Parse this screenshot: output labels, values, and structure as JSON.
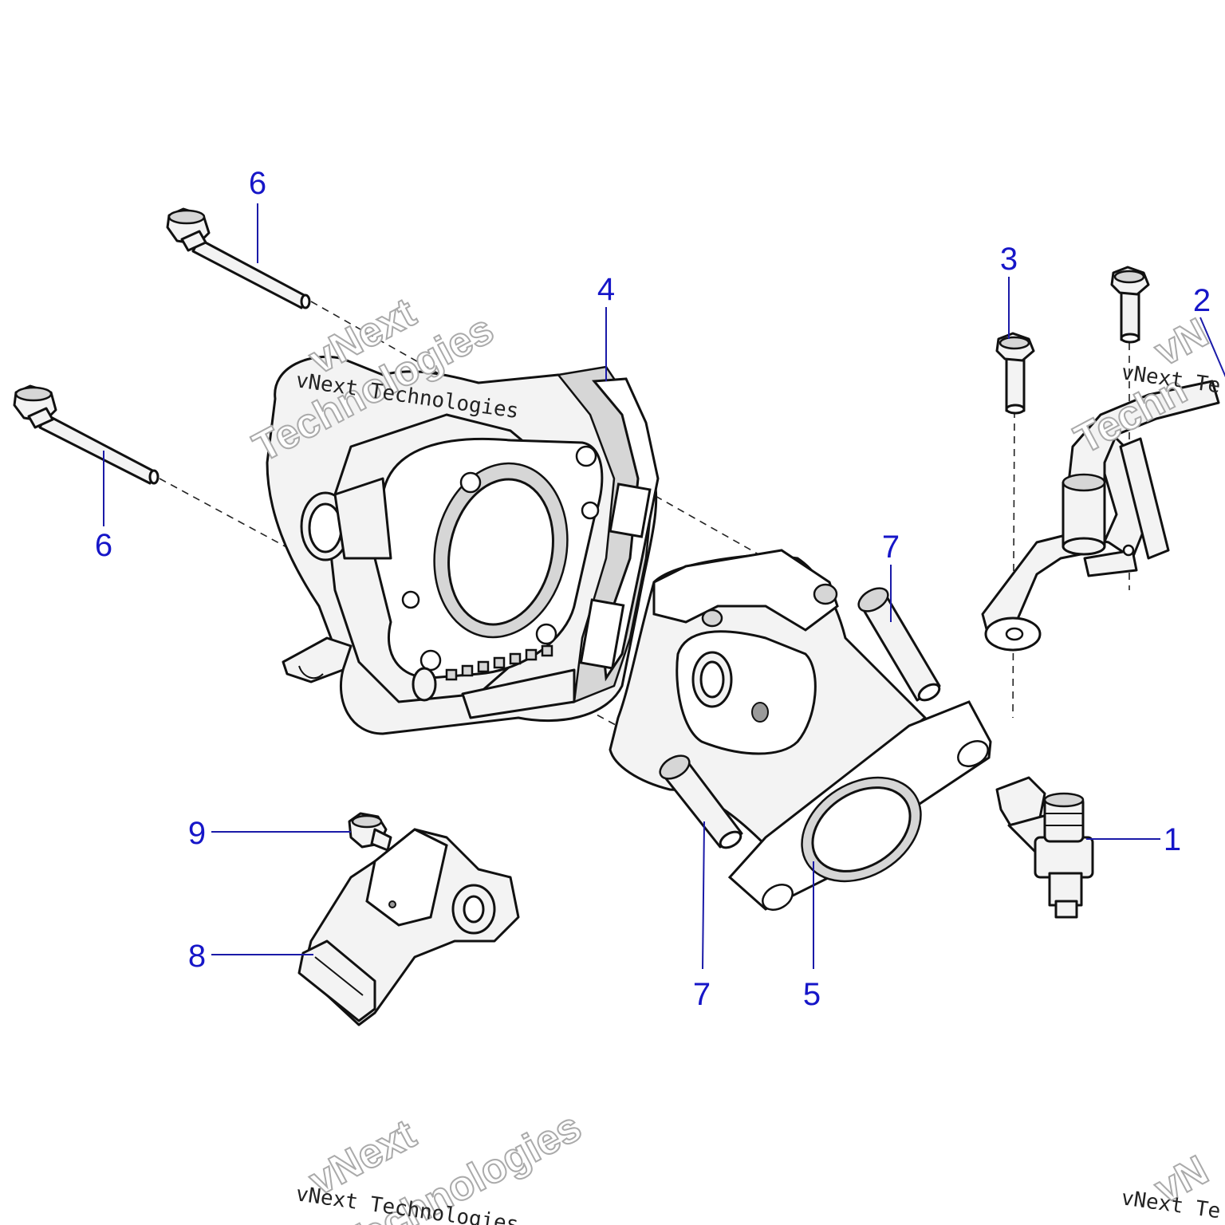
{
  "callouts": {
    "fuel_injector": "1",
    "fuel_rail_bracket": "2",
    "bracket_bolt": "3",
    "throttle_body": "4",
    "intake_adapter": "5",
    "long_bolt_upper": "6",
    "long_bolt_lower": "6",
    "stud_upper": "7",
    "stud_lower": "7",
    "map_sensor": "8",
    "sensor_bolt": "9"
  },
  "watermark": {
    "line": "vNext Technologies",
    "big_first": "vNext",
    "big_second": "Technologies",
    "big_partial_first": "vN",
    "big_partial_second": "Techn",
    "line_partial": "vNext Te"
  },
  "colors": {
    "callout": "#1616c8",
    "leader": "#1a1aa8",
    "outline": "#111111",
    "fill": "#f3f3f3"
  }
}
